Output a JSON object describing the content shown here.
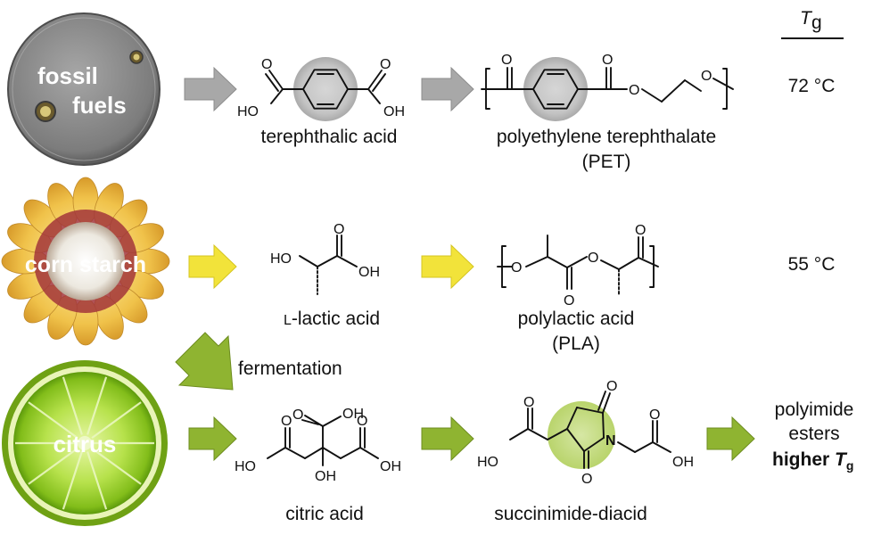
{
  "header": {
    "tg_symbol": "T",
    "tg_subscript": "g"
  },
  "rows": [
    {
      "source": {
        "line1": "fossil",
        "line2": "fuels"
      },
      "monomer": {
        "name": "terephthalic acid",
        "atoms": {
          "o1": "O",
          "o2": "O",
          "ho": "HO",
          "oh": "OH"
        }
      },
      "polymer": {
        "name": "polyethylene terephthalate",
        "abbr": "(PET)",
        "atoms": {
          "o1": "O",
          "o2": "O",
          "o3": "O",
          "o4": "O"
        }
      },
      "tg": "72 °C",
      "arrow_color": "#a8a8a8"
    },
    {
      "source": {
        "line1": "corn starch"
      },
      "monomer": {
        "name": "L-lactic acid",
        "prefix": "L",
        "rest": "-lactic acid",
        "atoms": {
          "ho": "HO",
          "o": "O",
          "oh": "OH"
        }
      },
      "polymer": {
        "name": "polylactic acid",
        "abbr": "(PLA)",
        "atoms": {
          "o1": "O",
          "o2": "O",
          "o3": "O",
          "o4": "O"
        }
      },
      "tg": "55 °C",
      "arrow_color": "#f2e33a"
    },
    {
      "source": {
        "line1": "citrus"
      },
      "monomer": {
        "name": "citric acid",
        "atoms": {
          "o_top": "O",
          "oh_top": "OH",
          "o_left": "O",
          "ho": "HO",
          "o_right": "O",
          "oh_right": "OH",
          "oh_bottom": "OH"
        }
      },
      "polymer": {
        "name": "succinimide-diacid",
        "atoms": {
          "o_left": "O",
          "ho": "HO",
          "o_top": "O",
          "n": "N",
          "o_bottom": "O",
          "o_right": "O",
          "oh": "OH"
        }
      },
      "product": {
        "line1": "polyimide",
        "line2": "esters",
        "line3_bold": "higher ",
        "line3_T": "T",
        "line3_sub": "g"
      },
      "arrow_color": "#8fb431"
    }
  ],
  "fermentation": {
    "label": "fermentation"
  }
}
